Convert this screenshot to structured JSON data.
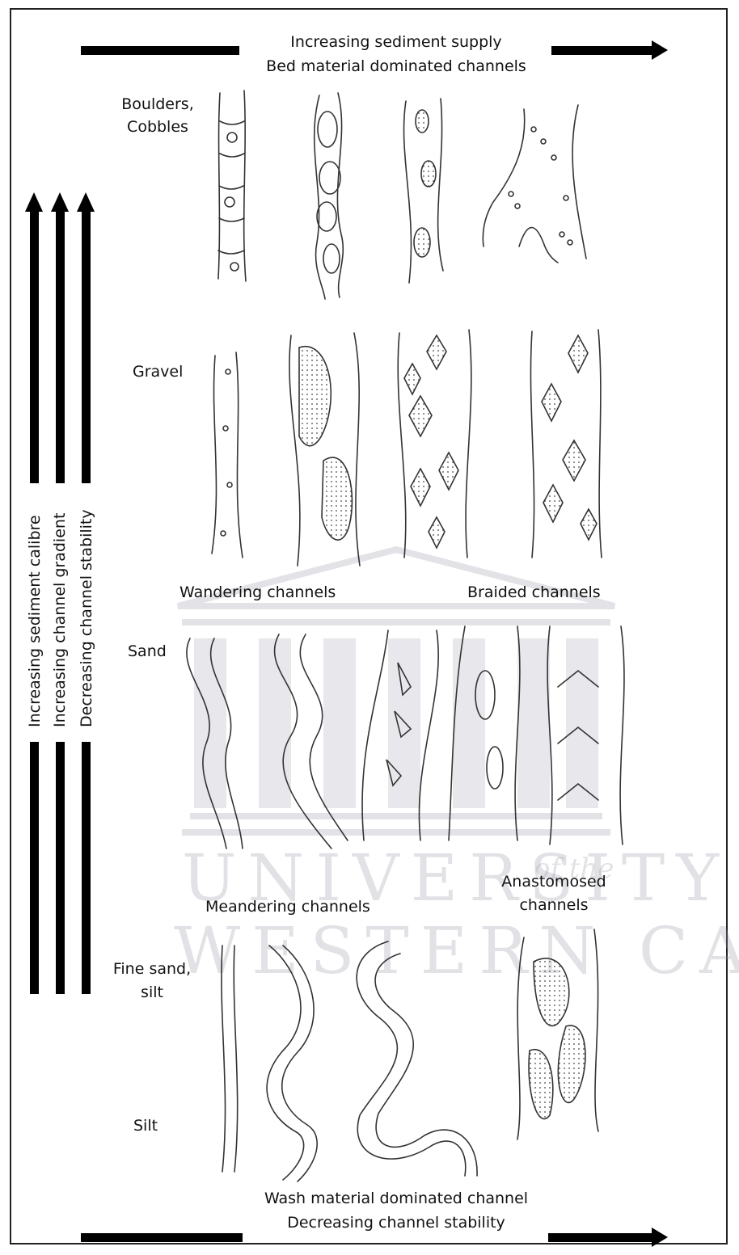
{
  "top": {
    "line1": "Increasing sediment supply",
    "line2": "Bed material dominated channels"
  },
  "bottom": {
    "line1": "Wash material dominated channel",
    "line2": "Decreasing channel stability"
  },
  "left_axis": {
    "line1": "Increasing sediment calibre",
    "line2": "Increasing channel gradient",
    "line3": "Decreasing channel stability"
  },
  "rows": {
    "boulders_line1": "Boulders,",
    "boulders_line2": "Cobbles",
    "gravel": "Gravel",
    "sand": "Sand",
    "finesand_line1": "Fine sand,",
    "finesand_line2": "silt",
    "silt": "Silt"
  },
  "channel_types": {
    "wandering": "Wandering channels",
    "braided": "Braided channels",
    "meandering": "Meandering channels",
    "anastomosed_line1": "Anastomosed",
    "anastomosed_line2": "channels"
  },
  "watermark": {
    "line1": "UNIVERSITY",
    "of_the": "of the",
    "line2": "WESTERN CAPE"
  }
}
